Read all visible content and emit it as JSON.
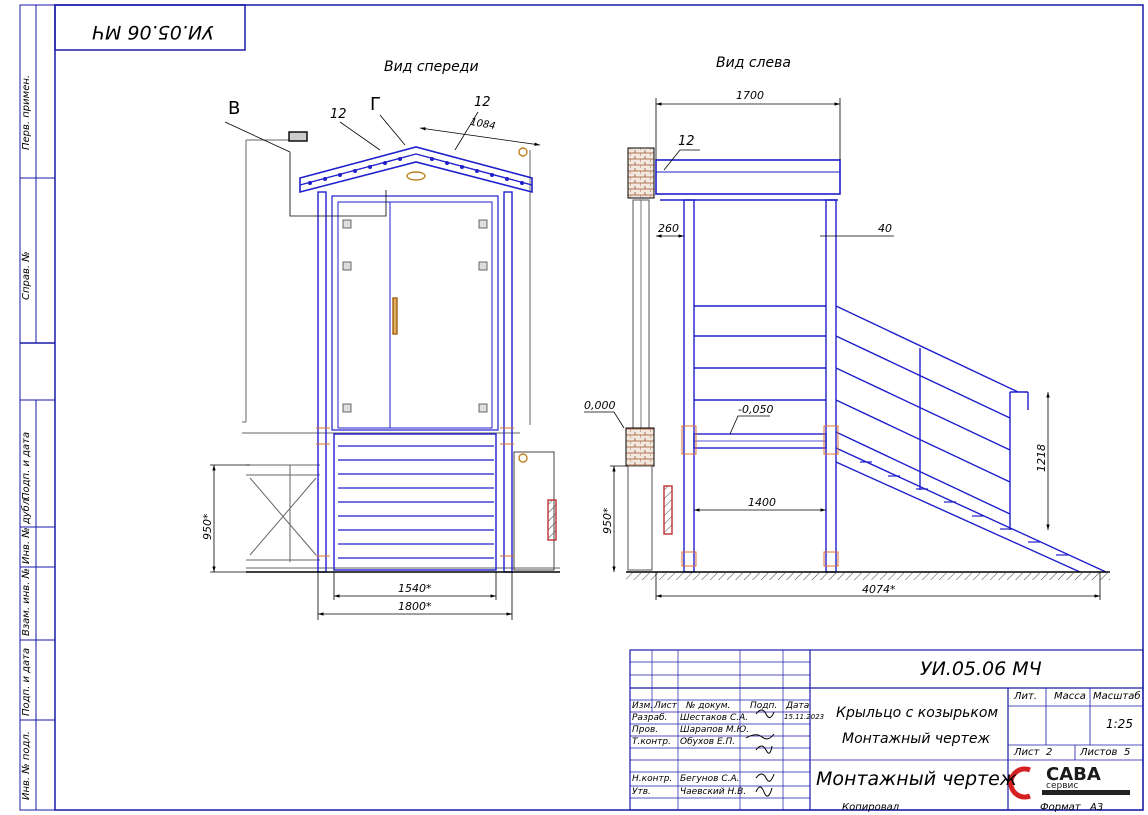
{
  "stamp_top": "УИ.05.06 МЧ",
  "views": {
    "front": "Вид спереди",
    "left": "Вид слева"
  },
  "callouts": {
    "b": "В",
    "g": "Г",
    "n12a": "12",
    "n12b": "12",
    "n12c": "12",
    "d1084": "1084"
  },
  "front_dims": {
    "h950": "950*",
    "w1540": "1540*",
    "w1800": "1800*"
  },
  "left_dims": {
    "w1700": "1700",
    "d260": "260",
    "d40": "40",
    "lvl0": "0,000",
    "lvl050": "-0,050",
    "w1400": "1400",
    "h950": "950*",
    "h1218": "1218",
    "w4074": "4074*"
  },
  "side_labels": [
    "Перв. примен.",
    "Справ. №",
    "Подп. и дата",
    "Инв. № дубл.",
    "Взам. инв. №",
    "Подп. и дата",
    "Инв. № подл."
  ],
  "title_block": {
    "code": "УИ.05.06 МЧ",
    "product": "Крыльцо с козырьком",
    "doc_type": "Монтажный чертеж",
    "doc_big": "Монтажный чертеж",
    "lit_hdr": "Лит.",
    "mass_hdr": "Масса",
    "scale_hdr": "Масштаб",
    "scale": "1:25",
    "sheet_lbl": "Лист",
    "sheet_no": "2",
    "sheets_lbl": "Листов",
    "sheets_no": "5",
    "copied": "Копировал",
    "format_lbl": "Формат",
    "format": "A3",
    "hdr": [
      "Изм.",
      "Лист",
      "№ докум.",
      "Подп.",
      "Дата"
    ],
    "rows": [
      {
        "role": "Разраб.",
        "name": "Шестаков С.А."
      },
      {
        "role": "Пров.",
        "name": "Шарапов М.Ю."
      },
      {
        "role": "Т.контр.",
        "name": "Обухов Е.П."
      },
      {
        "role": "Н.контр.",
        "name": "Бегунов С.А."
      },
      {
        "role": "Утв.",
        "name": "Чаевский Н.В."
      }
    ],
    "date": "15.11.2023",
    "logo_main": "САВА",
    "logo_sub": "сервис"
  },
  "colors": {
    "frame": "#1a1aa8",
    "struct": "#1f1fcc",
    "dim": "#000000",
    "accent": "#c03030"
  }
}
